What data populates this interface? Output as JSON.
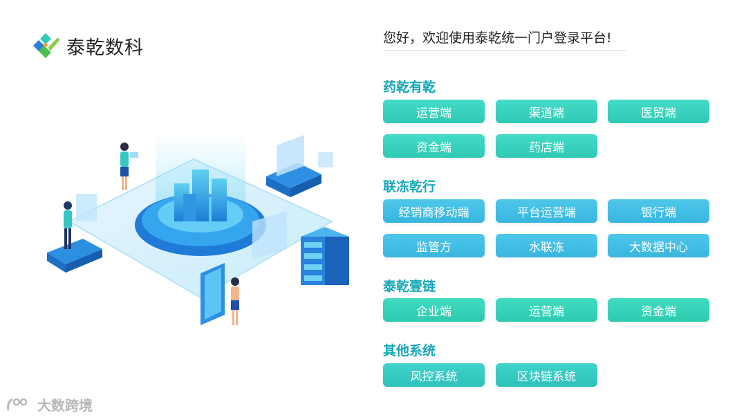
{
  "brand": {
    "name": "泰乾数科",
    "logo_icon": "taiqian-logo-icon"
  },
  "welcome": "您好，欢迎使用泰乾统一门户登录平台!",
  "groups": [
    {
      "title": "药乾有乾",
      "buttons": [
        "运营端",
        "渠道端",
        "医贸端",
        "资金端",
        "药店端"
      ]
    },
    {
      "title": "联冻乾行",
      "buttons": [
        "经销商移动端",
        "平台运营端",
        "银行端",
        "监管方",
        "水联冻",
        "大数据中心"
      ]
    },
    {
      "title": "泰乾壹链",
      "buttons": [
        "企业端",
        "运营端",
        "资金端"
      ]
    },
    {
      "title": "其他系统",
      "buttons": [
        "风控系统",
        "区块链系统"
      ]
    }
  ],
  "watermark": "大数跨境",
  "colors": {
    "group_title": "#13a7b8",
    "button_teal": "#38d0bd",
    "button_blue": "#41bde4"
  }
}
